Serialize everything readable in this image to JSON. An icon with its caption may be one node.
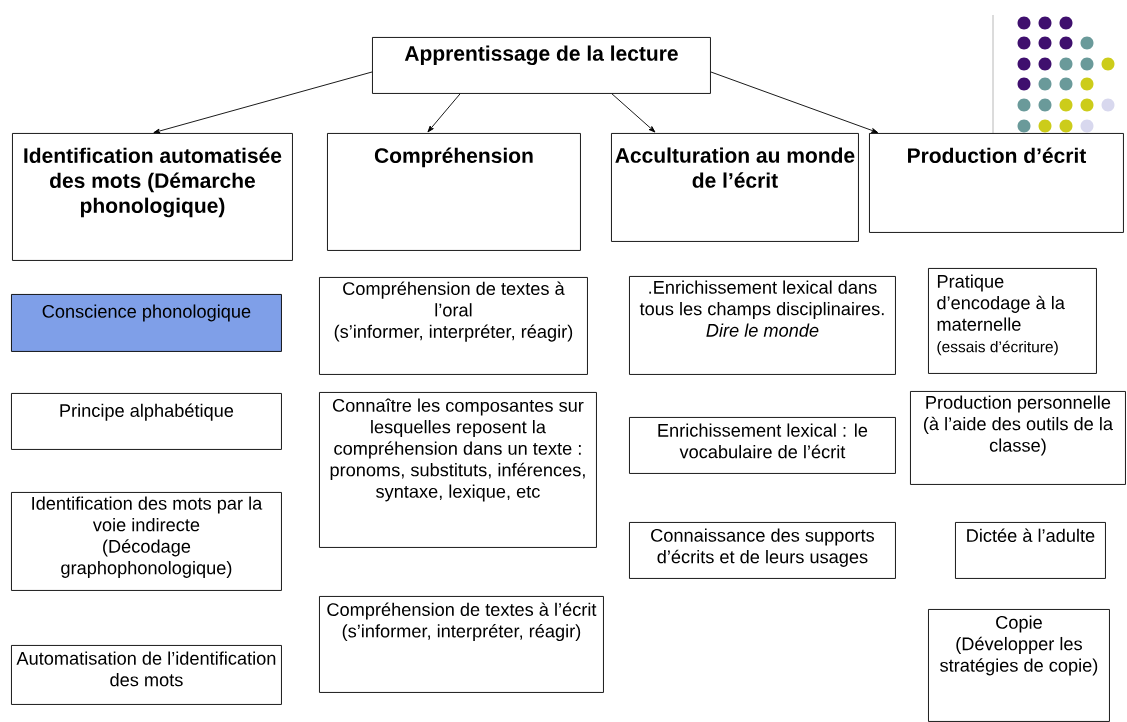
{
  "diagram": {
    "nodes": [
      {
        "text": [
          "Apprentissage de la lecture"
        ]
      },
      {
        "text": [
          "Identification automatisée des mots (Démarche phonologique)"
        ]
      },
      {
        "text": [
          "Compréhension"
        ]
      },
      {
        "text": [
          "Acculturation au monde de l’écrit"
        ]
      },
      {
        "text": [
          "Production d’écrit"
        ]
      },
      {
        "text": [
          "Conscience phonologique"
        ]
      },
      {
        "text": [
          "Principe alphabétique"
        ]
      },
      {
        "text": [
          "Identification des mots par la voie indirecte",
          "(Décodage graphophonologique)"
        ]
      },
      {
        "text": [
          "Automatisation de l’identification des mots"
        ]
      },
      {
        "text": [
          "Compréhension de textes à l’oral",
          "(s’informer, interpréter, réagir)"
        ]
      },
      {
        "text": [
          "Connaître les composantes sur lesquelles reposent la compréhension dans un texte : pronoms, substituts, inférences, syntaxe, lexique, etc"
        ]
      },
      {
        "text": [
          "Compréhension de textes à l’écrit",
          "(s’informer, interpréter, réagir)"
        ]
      },
      {
        "text": [
          ".Enrichissement lexical dans tous les champs disciplinaires. *Dire le monde*"
        ]
      },
      {
        "text": [
          "Enrichissement lexical : le vocabulaire de l’écrit"
        ]
      },
      {
        "text": [
          "Connaissance des supports d’écrits et de leurs usages"
        ]
      },
      {
        "text": [
          "Pratique d’encodage à la maternelle",
          "(essais d’écriture)"
        ]
      },
      {
        "text": [
          "Production personnelle",
          "(à l’aide des outils de la classe)"
        ]
      },
      {
        "text": [
          "Dictée à l’adulte"
        ]
      },
      {
        "text": [
          "Copie",
          "(Développer les stratégies de copie)"
        ]
      }
    ],
    "edges": [
      {
        "from": 0,
        "to": 1,
        "arrow": "to"
      },
      {
        "from": 0,
        "to": 2,
        "arrow": "to"
      },
      {
        "from": 0,
        "to": 3,
        "arrow": "to"
      },
      {
        "from": 0,
        "to": 4,
        "arrow": "to"
      }
    ]
  }
}
